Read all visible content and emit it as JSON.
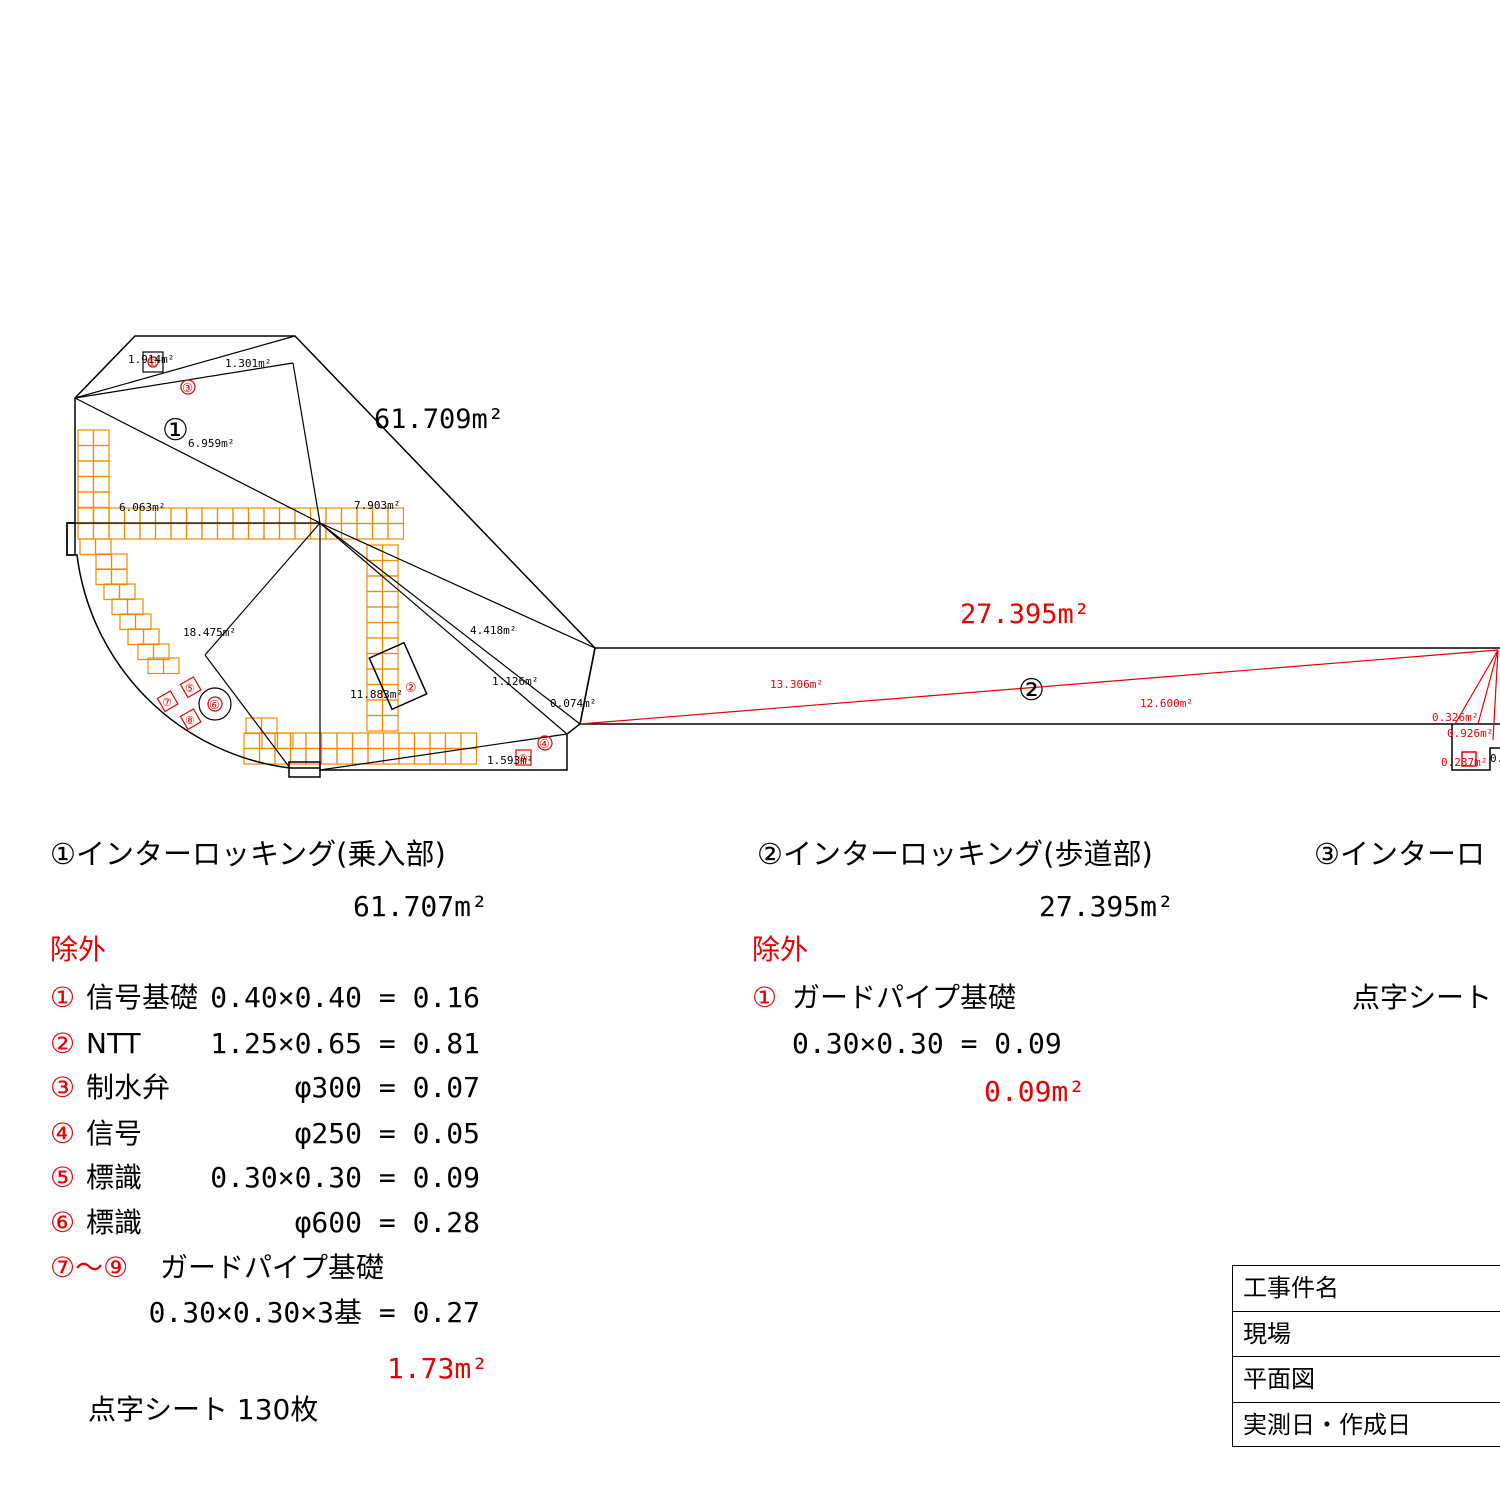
{
  "plan": {
    "area1_total": "61.709m²",
    "area1_circle": "①",
    "area1_parts": [
      "1.914m²",
      "1.301m²",
      "6.959m²",
      "6.063m²",
      "7.903m²",
      "18.475m²",
      "4.418m²",
      "11.883m²",
      "1.126m²",
      "0.074m²",
      "1.593m²"
    ],
    "area2_total": "27.395m²",
    "area2_circle": "②",
    "area2_parts": [
      "13.306m²",
      "12.600m²"
    ],
    "area3_parts": [
      "0.326m²",
      "0.926m²",
      "0.237m²"
    ],
    "area3_clipped": "0.",
    "markers": [
      "①",
      "②",
      "③",
      "④",
      "⑤",
      "⑥",
      "⑦",
      "⑧",
      "⑨"
    ]
  },
  "section1": {
    "heading": "①インターロッキング(乗入部)",
    "area": "61.707m²",
    "exclude_label": "除外",
    "items": [
      {
        "no": "①",
        "name": "信号基礎",
        "expr": "0.40×0.40 = 0.16"
      },
      {
        "no": "②",
        "name": "NTT",
        "expr": "1.25×0.65 = 0.81"
      },
      {
        "no": "③",
        "name": "制水弁",
        "expr": "φ300 = 0.07"
      },
      {
        "no": "④",
        "name": "信号",
        "expr": "φ250 = 0.05"
      },
      {
        "no": "⑤",
        "name": "標識",
        "expr": "0.30×0.30 = 0.09"
      },
      {
        "no": "⑥",
        "name": "標識",
        "expr": "φ600 = 0.28"
      }
    ],
    "guard_no": "⑦～⑨",
    "guard_name": "ガードパイプ基礎",
    "guard_expr": "0.30×0.30×3基 = 0.27",
    "exclude_total": "1.73m²",
    "tactile": "点字シート 130枚"
  },
  "section2": {
    "heading": "②インターロッキング(歩道部)",
    "area": "27.395m²",
    "exclude_label": "除外",
    "item_no": "①",
    "item_name": "ガードパイプ基礎",
    "item_expr": "0.30×0.30 = 0.09",
    "exclude_total": "0.09m²"
  },
  "section3": {
    "heading": "③インターロ",
    "tactile": "点字シート"
  },
  "title_block": {
    "rows": [
      "工事件名",
      "現場",
      "平面図",
      "実測日・作成日"
    ]
  },
  "colors": {
    "line": "#000000",
    "red": "#e60000",
    "tile": "#f08a00"
  }
}
